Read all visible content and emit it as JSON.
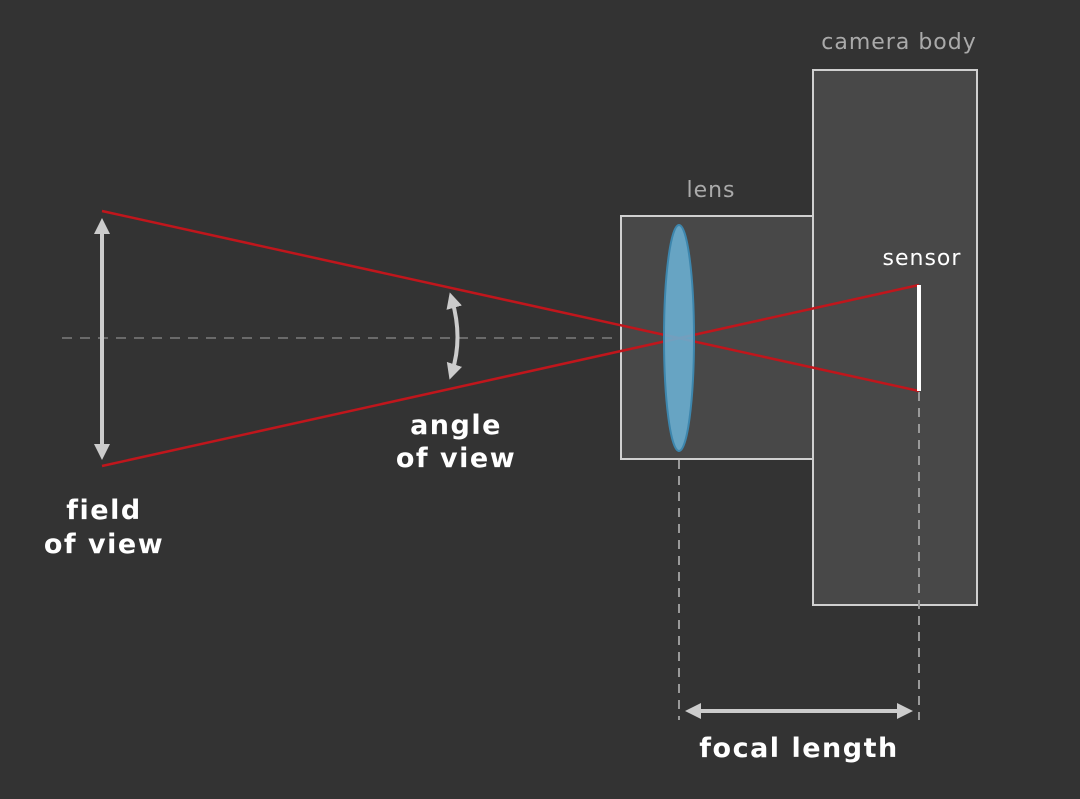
{
  "labels": {
    "camera_body": "camera body",
    "lens": "lens",
    "sensor": "sensor",
    "angle_of_view": [
      "angle",
      "of view"
    ],
    "field_of_view": [
      "field",
      "of view"
    ],
    "focal_length": "focal length"
  },
  "colors": {
    "background": "#333333",
    "panel_fill": "#484848",
    "panel_stroke": "#d0d0d0",
    "light_ray": "#c0161c",
    "lens_fill": "#6aaed0",
    "lens_stroke": "#3d86ad",
    "arrow": "#cccccc",
    "axis_dash": "#6a6a6a",
    "muted_text": "#aaaaaa",
    "bright_text": "#ffffff",
    "sensor": "#ffffff"
  }
}
